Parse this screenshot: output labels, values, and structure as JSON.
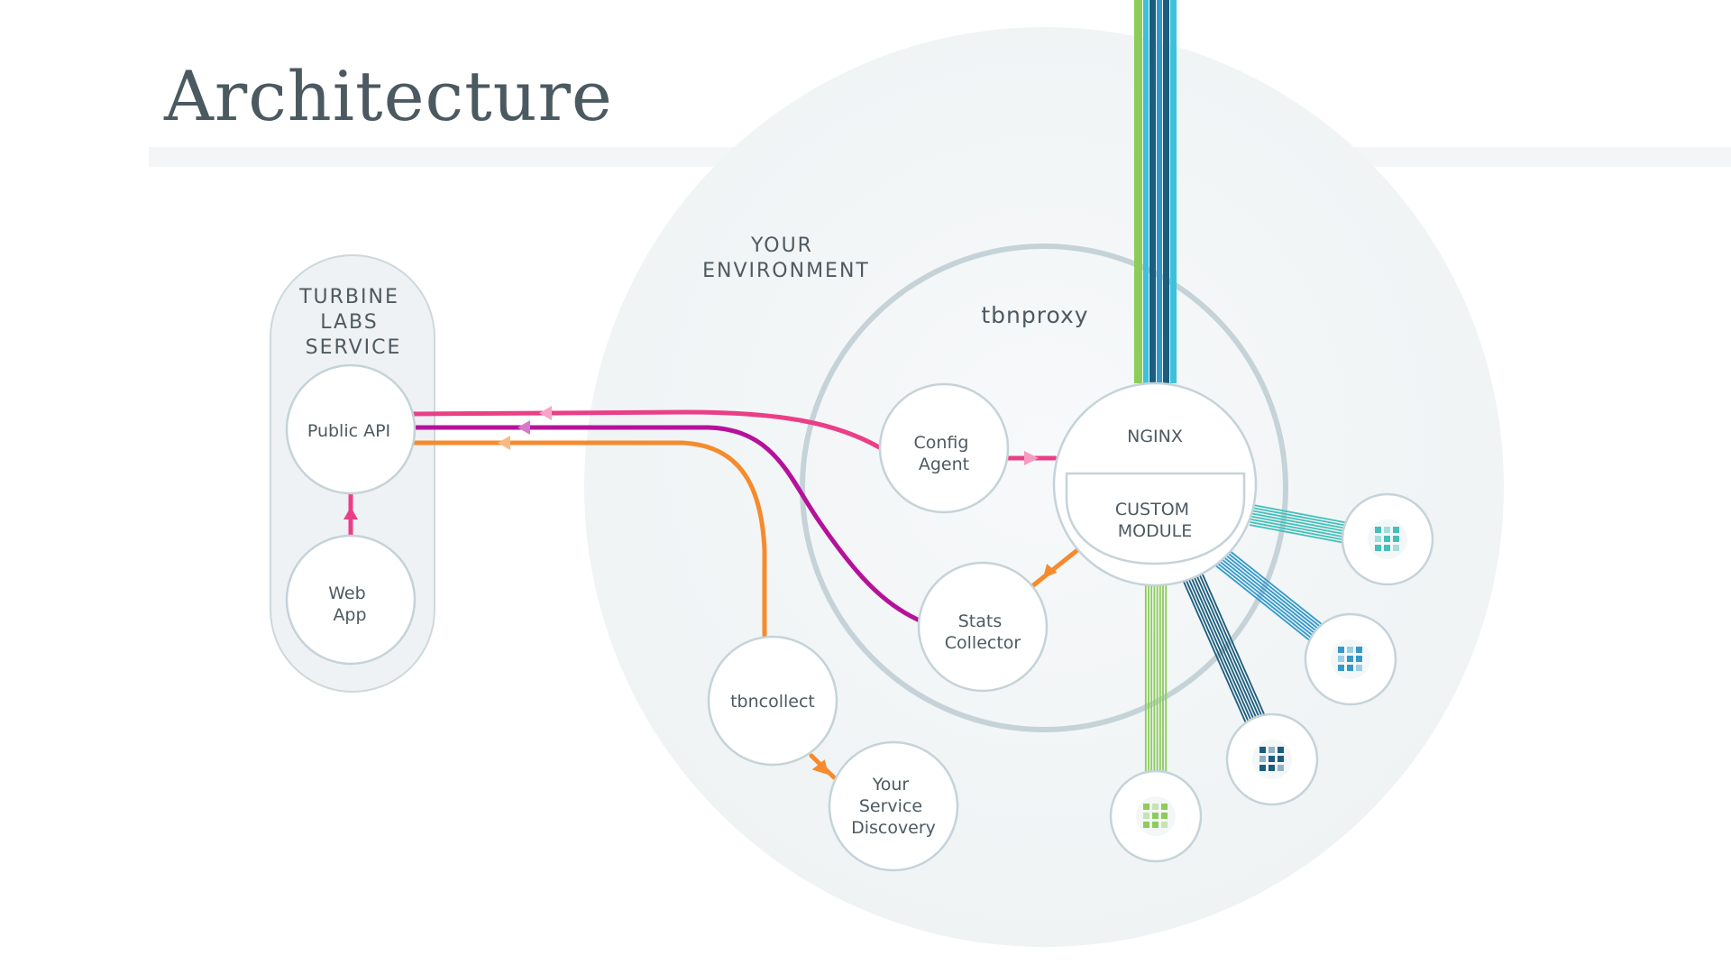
{
  "title": "Architecture",
  "labels": {
    "turbine_labs_service": [
      "TURBINE",
      "LABS",
      "SERVICE"
    ],
    "your_environment": [
      "YOUR",
      "ENVIRONMENT"
    ],
    "tbnproxy": "tbnproxy",
    "public_api": "Public API",
    "web_app": [
      "Web",
      "App"
    ],
    "config_agent": [
      "Config",
      "Agent"
    ],
    "stats_collector": [
      "Stats",
      "Collector"
    ],
    "nginx": "NGINX",
    "custom_module": [
      "CUSTOM",
      "MODULE"
    ],
    "tbncollect": "tbncollect",
    "your_service_discovery": [
      "Your",
      "Service",
      "Discovery"
    ]
  },
  "colors": {
    "pink": "#ea3f86",
    "magenta": "#b5119a",
    "orange": "#f58b2d",
    "green": "#8ccc5a",
    "navy": "#1b5d7e",
    "blue": "#3399cc",
    "cyan": "#3cc1dd",
    "teal": "#44bfb9",
    "circle_stroke": "#c5d3d8",
    "environment_fill": "#f2f5f6",
    "text": "#4d5a61"
  },
  "service_icons": [
    "teal-service-icon",
    "blue-service-icon",
    "navy-service-icon",
    "green-service-icon"
  ]
}
